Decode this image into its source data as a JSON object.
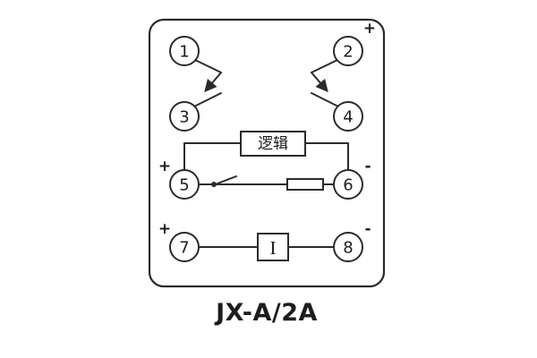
{
  "diagram": {
    "caption": "JX-A/2A",
    "logic_label": "逻辑",
    "current_label": "I",
    "terminals": {
      "t1": "1",
      "t2": "2",
      "t3": "3",
      "t4": "4",
      "t5": "5",
      "t6": "6",
      "t7": "7",
      "t8": "8"
    },
    "polarity": {
      "top_right": "+",
      "t5_left": "+",
      "t6_right": "-",
      "t7_left": "+",
      "t8_right": "-"
    },
    "colors": {
      "line": "#2b2b2b",
      "background": "#ffffff"
    }
  }
}
